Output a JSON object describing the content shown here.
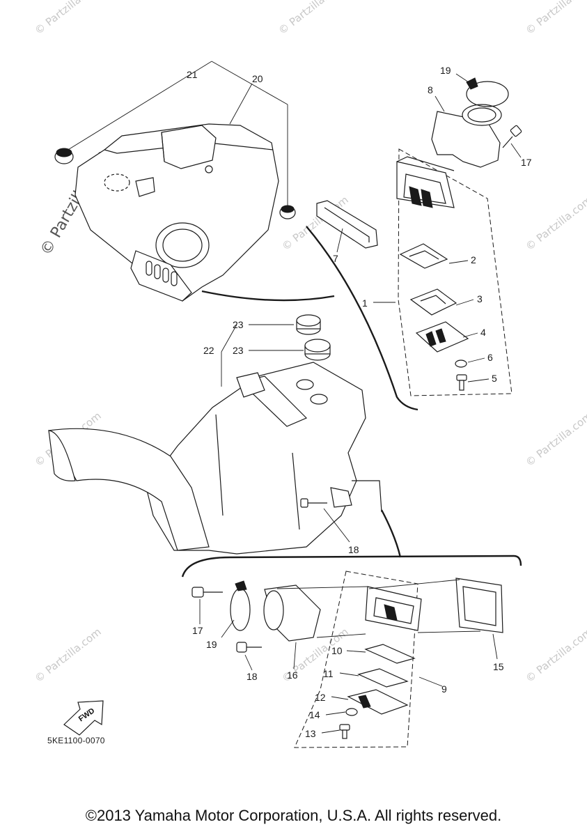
{
  "watermark": "© Partzilla.com",
  "callouts": [
    {
      "n": "1"
    },
    {
      "n": "2"
    },
    {
      "n": "3"
    },
    {
      "n": "4"
    },
    {
      "n": "5"
    },
    {
      "n": "6"
    },
    {
      "n": "7"
    },
    {
      "n": "8"
    },
    {
      "n": "9"
    },
    {
      "n": "10"
    },
    {
      "n": "11"
    },
    {
      "n": "12"
    },
    {
      "n": "13"
    },
    {
      "n": "14"
    },
    {
      "n": "15"
    },
    {
      "n": "16"
    },
    {
      "n": "17"
    },
    {
      "n": "18"
    },
    {
      "n": "19"
    },
    {
      "n": "20"
    },
    {
      "n": "21"
    },
    {
      "n": "22"
    },
    {
      "n": "23"
    }
  ],
  "fwd_label": "FWD",
  "diagram_code": "5KE1100-0070",
  "copyright": "©2013 Yamaha Motor Corporation, U.S.A. All rights reserved."
}
